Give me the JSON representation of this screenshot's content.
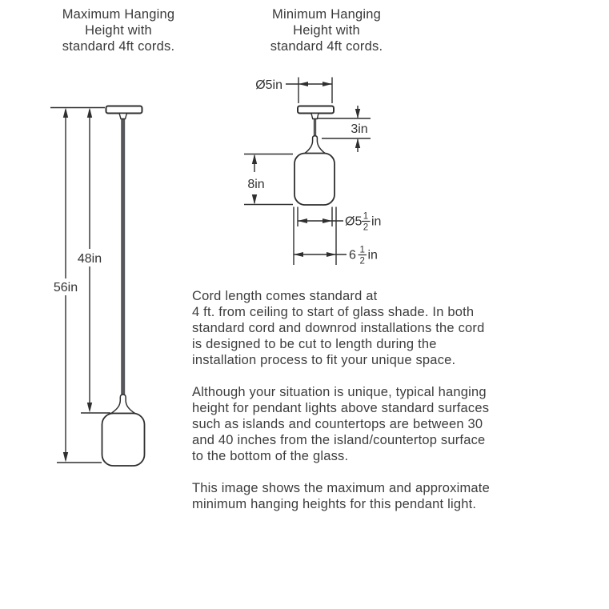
{
  "colors": {
    "line": "#2f2f2f",
    "cord": "#55575b",
    "text": "#3d3d3d"
  },
  "titles": {
    "max": "Maximum Hanging\nHeight with\nstandard 4ft cords.",
    "min": "Minimum Hanging\nHeight with\nstandard 4ft cords."
  },
  "max_diagram": {
    "total_height": "56in",
    "ceiling_to_glass_top": "48in"
  },
  "min_diagram": {
    "canopy_diameter": "Ø5in",
    "canopy_to_glass": "3in",
    "glass_height": "8in",
    "glass_diameter": {
      "prefix": "Ø5",
      "numerator": "1",
      "denominator": "2",
      "suffix": "in"
    },
    "overall_width": {
      "prefix": "6",
      "numerator": "1",
      "denominator": "2",
      "suffix": "in"
    }
  },
  "body": {
    "paragraphs": [
      "Cord length comes standard at\n4 ft. from ceiling to start of glass shade. In both\nstandard cord and downrod installations the cord\nis designed to be cut to length during the\ninstallation process to fit your unique space.",
      "Although your situation is unique, typical hanging\nheight for pendant lights above standard surfaces\nsuch as islands and countertops are between 30\nand 40 inches from the island/countertop surface\nto the bottom of the glass.",
      "This image shows the maximum and approximate\nminimum hanging heights for this pendant light."
    ]
  }
}
